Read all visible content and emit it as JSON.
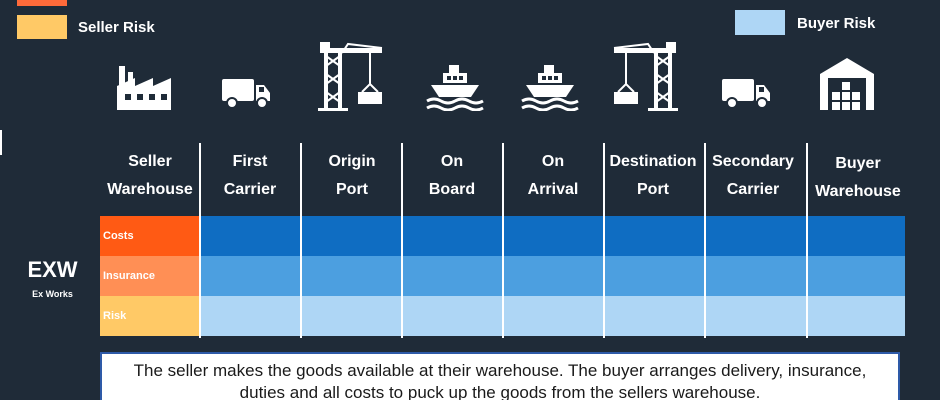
{
  "legend": {
    "seller_label": "Seller Risk",
    "buyer_label": "Buyer Risk",
    "colors": {
      "seller_top": "#ff6a3a",
      "seller": "#ffc966",
      "buyer": "#aed6f5"
    }
  },
  "stages": [
    {
      "label": "Seller\nWarehouse",
      "icon": "factory-icon"
    },
    {
      "label": "First\nCarrier",
      "icon": "truck-icon"
    },
    {
      "label": "Origin\nPort",
      "icon": "crane-icon"
    },
    {
      "label": "On\nBoard",
      "icon": "ship-icon"
    },
    {
      "label": "On\nArrival",
      "icon": "ship-icon"
    },
    {
      "label": "Destination\nPort",
      "icon": "crane-icon"
    },
    {
      "label": "Secondary\nCarrier",
      "icon": "truck-icon"
    },
    {
      "label": "Buyer\nWarehouse",
      "icon": "warehouse-icon"
    }
  ],
  "rows": [
    {
      "label": "Costs",
      "seller_color": "#ff5a14",
      "buyer_color": "#0f6dc2"
    },
    {
      "label": "Insurance",
      "seller_color": "#ff8f55",
      "buyer_color": "#4c9fe0"
    },
    {
      "label": "Risk",
      "seller_color": "#ffc966",
      "buyer_color": "#aed6f5"
    }
  ],
  "term": {
    "code": "EXW",
    "name": "Ex Works"
  },
  "description": "The seller makes the goods available at their warehouse. The buyer arranges delivery, insurance, duties and all costs to puck up the goods from the sellers warehouse."
}
